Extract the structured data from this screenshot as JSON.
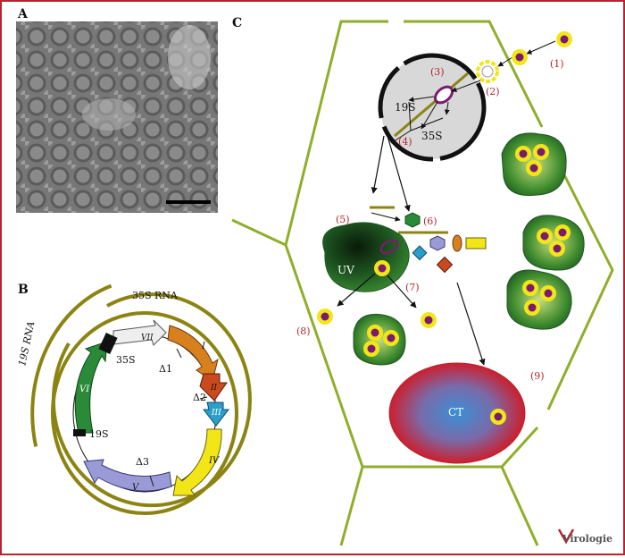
{
  "panels": {
    "a": "A",
    "b": "B",
    "c": "C"
  },
  "panel_b": {
    "rna_35s": "35S RNA",
    "rna_19s": "19S RNA",
    "promoter_35s": "35S",
    "promoter_19s": "19S",
    "deletions": [
      "Δ1",
      "Δ2",
      "Δ3"
    ],
    "orfs": [
      "I",
      "II",
      "III",
      "IV",
      "V",
      "VI",
      "VII"
    ]
  },
  "panel_c": {
    "step_labels": [
      "(1)",
      "(2)",
      "(3)",
      "(4)",
      "(5)",
      "(6)",
      "(7)",
      "(8)",
      "(9)"
    ],
    "nucleus_19s": "19S",
    "nucleus_35s": "35S",
    "uv": "UV",
    "ct": "CT"
  },
  "logo": {
    "text": "Virologie"
  },
  "colors": {
    "frame": "#b8242c",
    "cell_wall": "#8fae2a",
    "genome_ring": "#8c8412",
    "orf_I": "#d9801e",
    "orf_II": "#c94a1c",
    "orf_III": "#2a9fc9",
    "orf_IV": "#f2e619",
    "orf_V": "#9a9bd6",
    "orf_VI": "#2a8a3a",
    "virion_outer": "#f2e619",
    "virion_core": "#7a1c6c"
  }
}
